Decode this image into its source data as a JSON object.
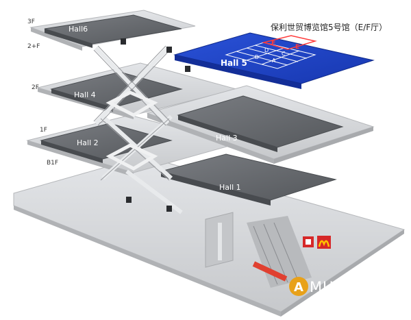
{
  "title": "保利世贸博览馆5号馆（E/F厅）",
  "floors": {
    "f3": "3F",
    "f2plus": "2+F",
    "f2": "2F",
    "f1": "1F",
    "b1": "B1F"
  },
  "halls": {
    "hall1": "Hall 1",
    "hall2": "Hall 2",
    "hall3": "Hall 3",
    "hall4": "Hall 4",
    "hall5": "Hall 5",
    "hall6": "Hall6"
  },
  "zones": [
    "A",
    "B",
    "C",
    "D",
    "E",
    "F"
  ],
  "watermark": {
    "logo_letter": "A",
    "brand": "MUNION",
    "subtitle": "动漫游戏联盟网"
  },
  "colors": {
    "hall5_blue": "#1f44c8",
    "highlight_red": "#ff3b3b",
    "slab": "#d2d4d7",
    "hall_dark": "#6a6d72",
    "mcd_red": "#d62828",
    "mcd_yellow": "#ffc300"
  }
}
